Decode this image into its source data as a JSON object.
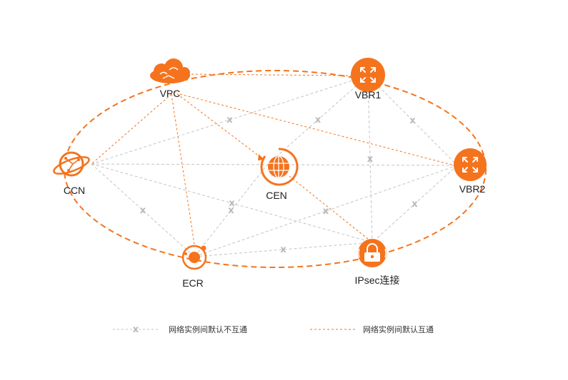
{
  "colors": {
    "accent": "#f5731d",
    "gray_line": "#c4c4c4",
    "x_mark": "#b9b9b9",
    "text": "#1f1f1f"
  },
  "nodes": {
    "vpc": {
      "label": "VPC",
      "icon": "cloud-icon"
    },
    "vbr1": {
      "label": "VBR1",
      "icon": "router-icon"
    },
    "vbr2": {
      "label": "VBR2",
      "icon": "router-icon"
    },
    "ccn": {
      "label": "CCN",
      "icon": "globe-network-icon"
    },
    "cen": {
      "label": "CEN",
      "icon": "globe-icon"
    },
    "ecr": {
      "label": "ECR",
      "icon": "orbit-icon"
    },
    "ipsec": {
      "label": "IPsec连接",
      "icon": "lock-icon"
    }
  },
  "edges_connected": [
    [
      "vpc",
      "vbr1"
    ],
    [
      "vpc",
      "ccn"
    ],
    [
      "vpc",
      "cen"
    ],
    [
      "vpc",
      "vbr2"
    ],
    [
      "vpc",
      "ecr"
    ],
    [
      "cen",
      "ipsec"
    ]
  ],
  "edges_blocked": [
    [
      "ccn",
      "vbr1"
    ],
    [
      "ccn",
      "vbr2"
    ],
    [
      "ccn",
      "ipsec"
    ],
    [
      "ccn",
      "ecr"
    ],
    [
      "vbr1",
      "cen"
    ],
    [
      "vbr1",
      "ipsec"
    ],
    [
      "vbr1",
      "vbr2"
    ],
    [
      "vbr2",
      "ecr"
    ],
    [
      "vbr2",
      "ipsec"
    ],
    [
      "cen",
      "ecr"
    ],
    [
      "ecr",
      "ipsec"
    ]
  ],
  "x_symbol": "x",
  "legend": {
    "blocked_label": "网络实例间默认不互通",
    "connected_label": "网络实例间默认互通"
  }
}
